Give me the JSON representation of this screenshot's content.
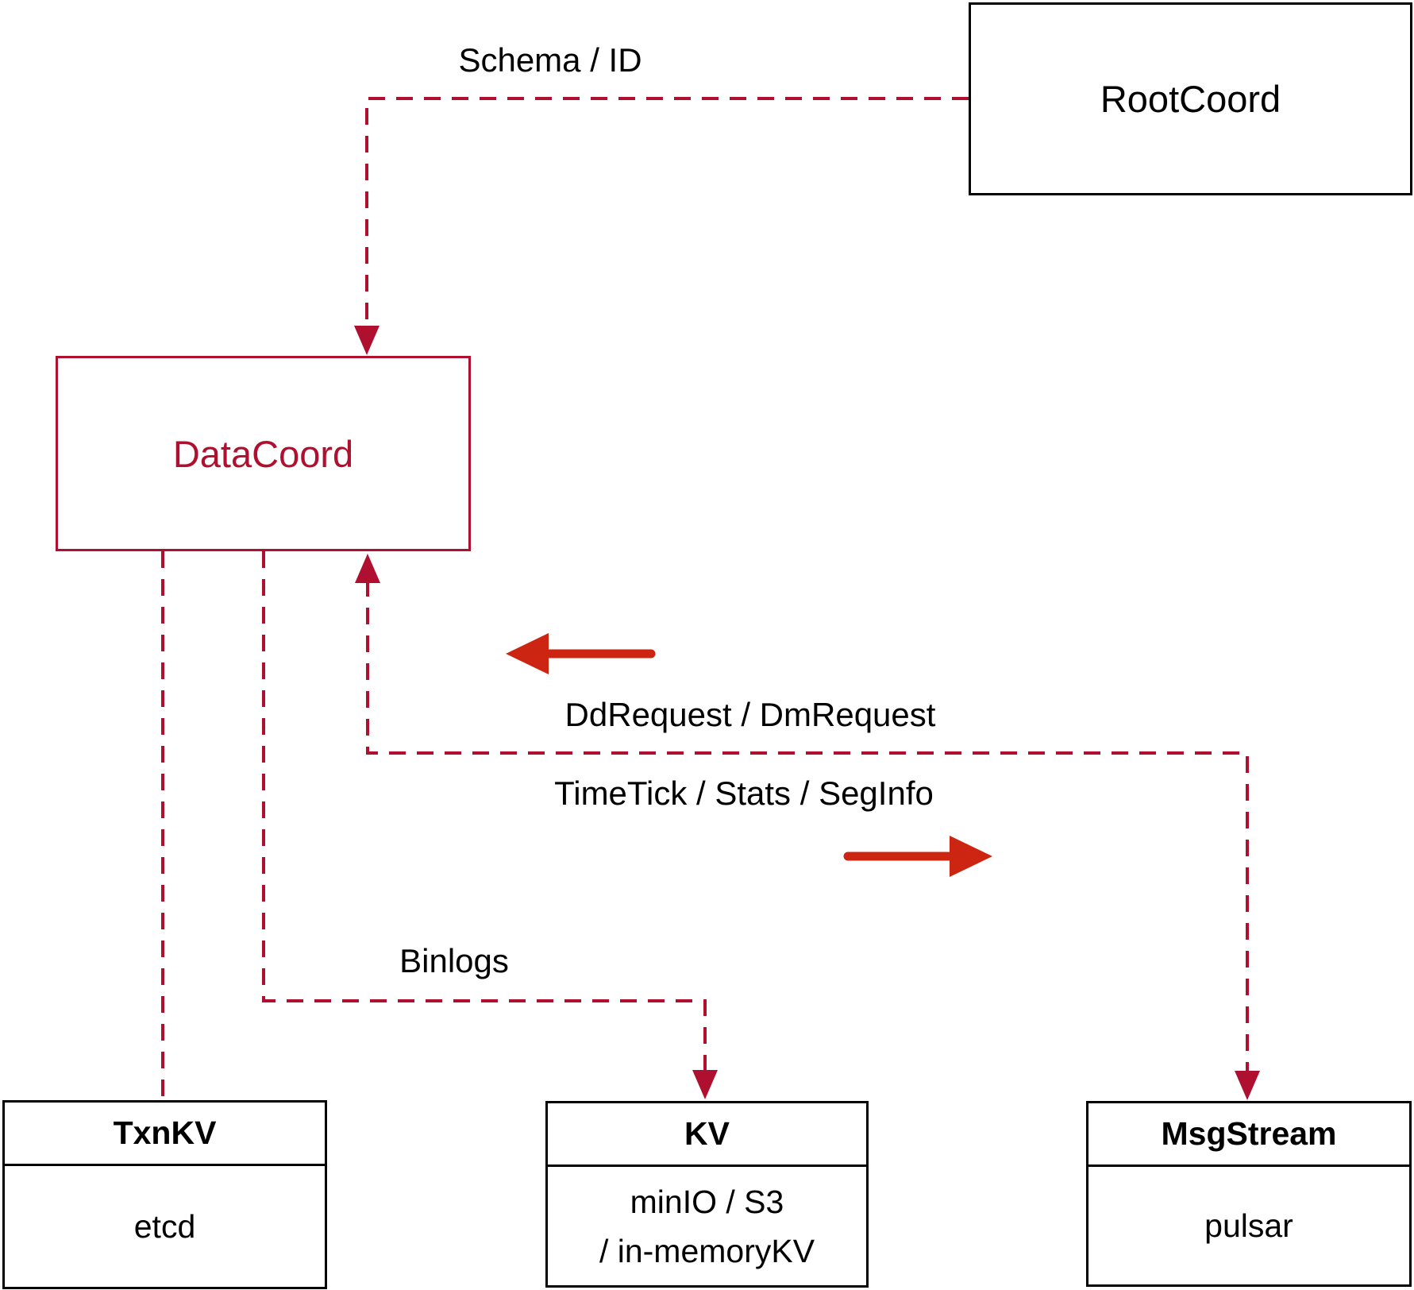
{
  "diagram": {
    "nodes": {
      "rootcoord": {
        "label": "RootCoord"
      },
      "datacoord": {
        "label": "DataCoord"
      },
      "txnkv": {
        "title": "TxnKV",
        "body": "etcd"
      },
      "kv": {
        "title": "KV",
        "body_line1": "minIO / S3",
        "body_line2": "/ in-memoryKV"
      },
      "msgstream": {
        "title": "MsgStream",
        "body": "pulsar"
      }
    },
    "edge_labels": {
      "schema_id": "Schema / ID",
      "dd_dm_request": "DdRequest / DmRequest",
      "timetick_stats_seginfo": "TimeTick / Stats / SegInfo",
      "binlogs": "Binlogs"
    },
    "colors": {
      "dashed_edge": "#b0102f",
      "solid_arrow": "#cc2613",
      "black_border": "#000000",
      "datacoord_accent": "#b0102f",
      "background": "#ffffff"
    }
  }
}
